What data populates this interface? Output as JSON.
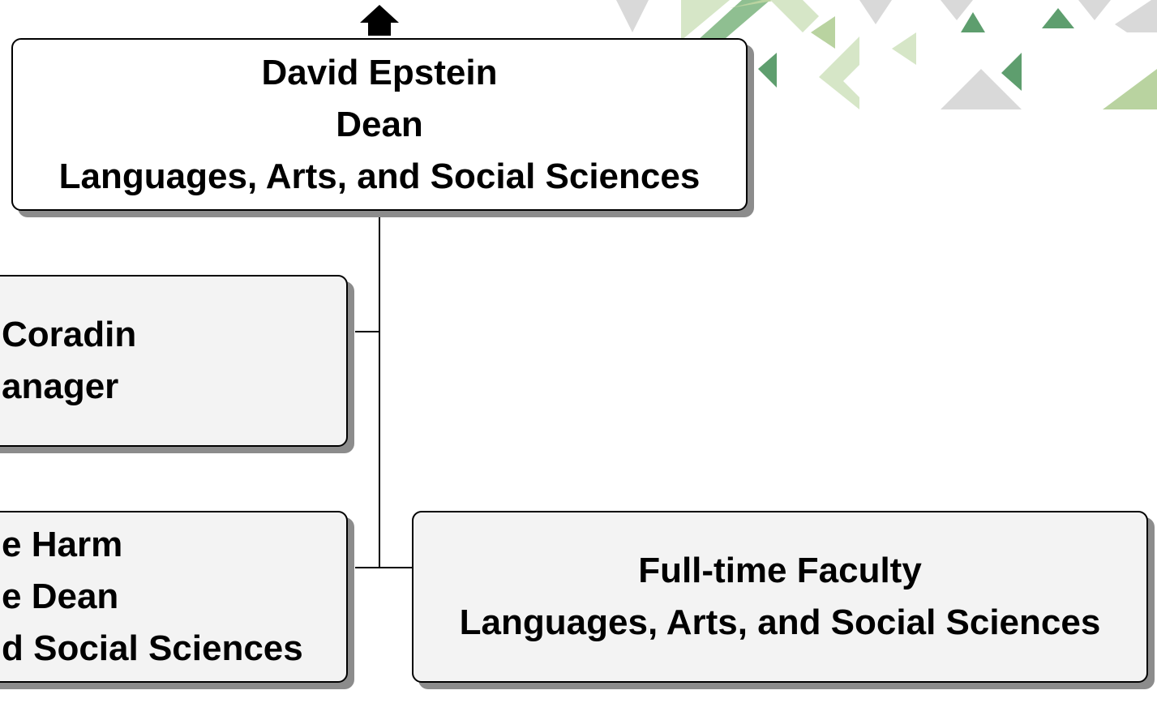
{
  "colors": {
    "green_dark": "#5e9e6e",
    "green_light": "#b9d3a0",
    "green_pale": "#d6e6c7",
    "grey_light": "#d9d9d9",
    "shadow": "#8c8c8c",
    "sub_box_fill": "#f3f3f3"
  },
  "decoration": {
    "icon": "triangle-pattern"
  },
  "up_arrow": {
    "icon": "up-arrow-icon"
  },
  "dean": {
    "name": "David Epstein",
    "title": "Dean",
    "department": "Languages, Arts, and Social Sciences"
  },
  "manager": {
    "name_fragment": "Coradin",
    "title_fragment": "anager"
  },
  "associate_dean": {
    "name_fragment": "e Harm",
    "title_fragment": "e Dean",
    "department_fragment": "d Social Sciences"
  },
  "faculty": {
    "group": "Full-time Faculty",
    "department": "Languages, Arts, and Social Sciences"
  }
}
